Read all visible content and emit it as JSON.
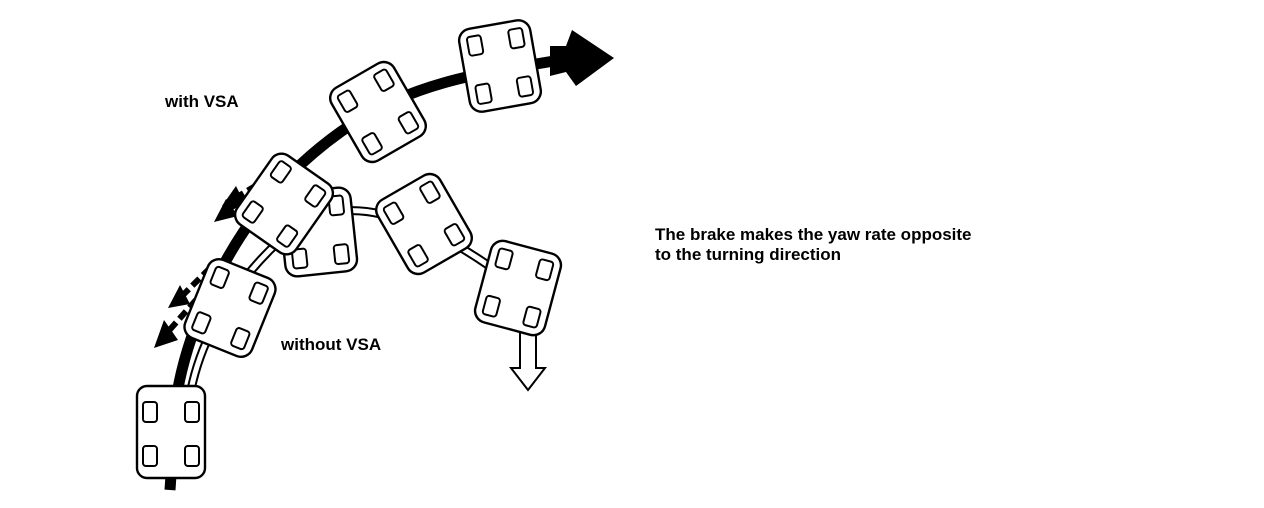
{
  "labels": {
    "with_vsa": "with VSA",
    "without_vsa": "without VSA",
    "caption_line1": "The brake makes the yaw rate opposite",
    "caption_line2": "to the turning direction"
  },
  "colors": {
    "ink": "#000000",
    "background": "#ffffff"
  }
}
